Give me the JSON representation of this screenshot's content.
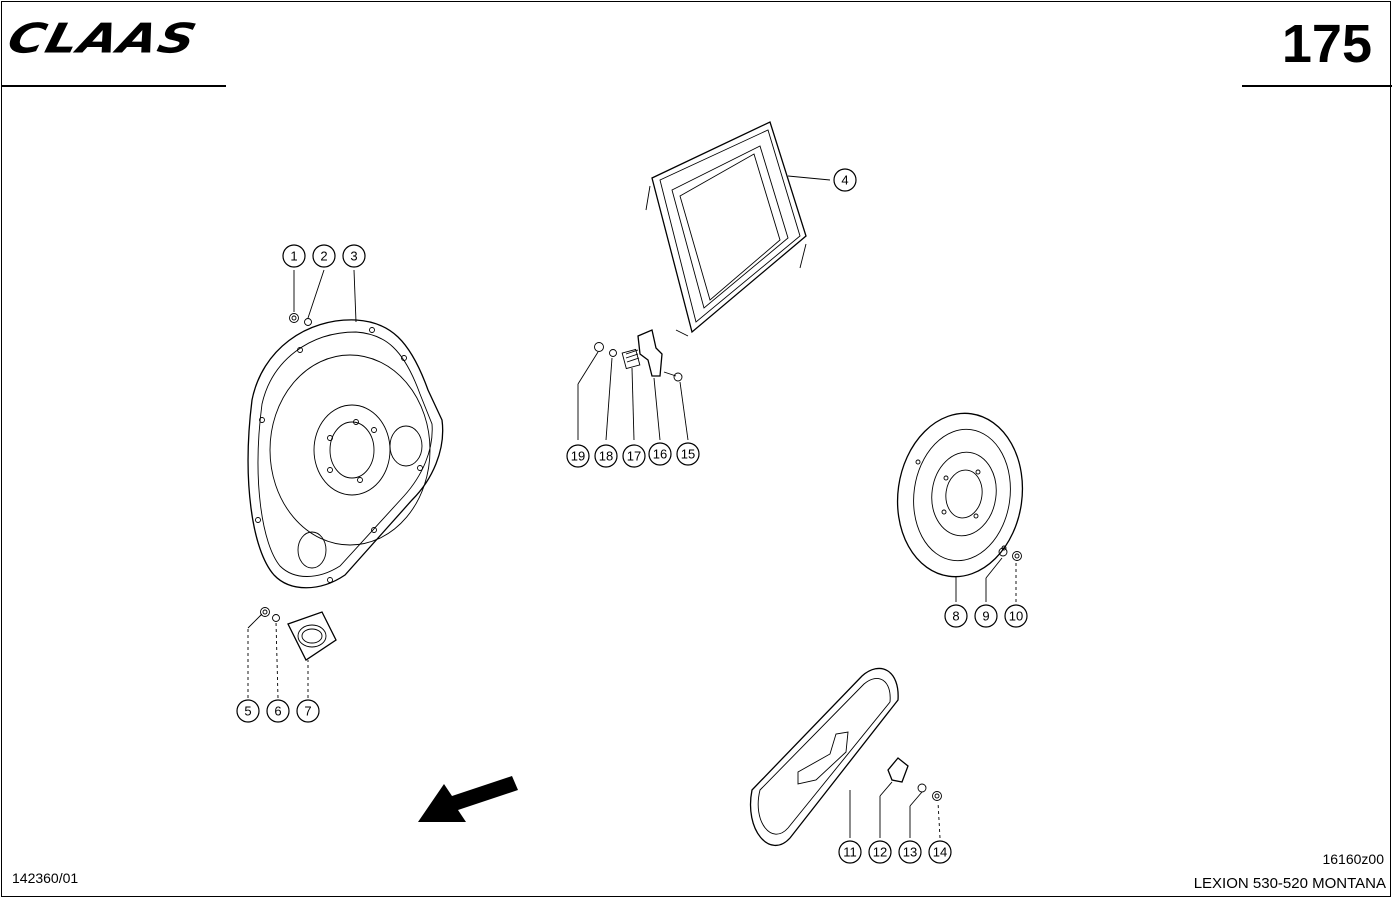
{
  "header": {
    "brand": "CLAAS",
    "page_number": "175"
  },
  "footer": {
    "drawing_ref": "142360/01",
    "figure_code": "16160z00",
    "model": "LEXION 530-520 MONTANA"
  },
  "callouts": [
    "1",
    "2",
    "3",
    "4",
    "5",
    "6",
    "7",
    "8",
    "9",
    "10",
    "11",
    "12",
    "13",
    "14",
    "15",
    "16",
    "17",
    "18",
    "19"
  ]
}
